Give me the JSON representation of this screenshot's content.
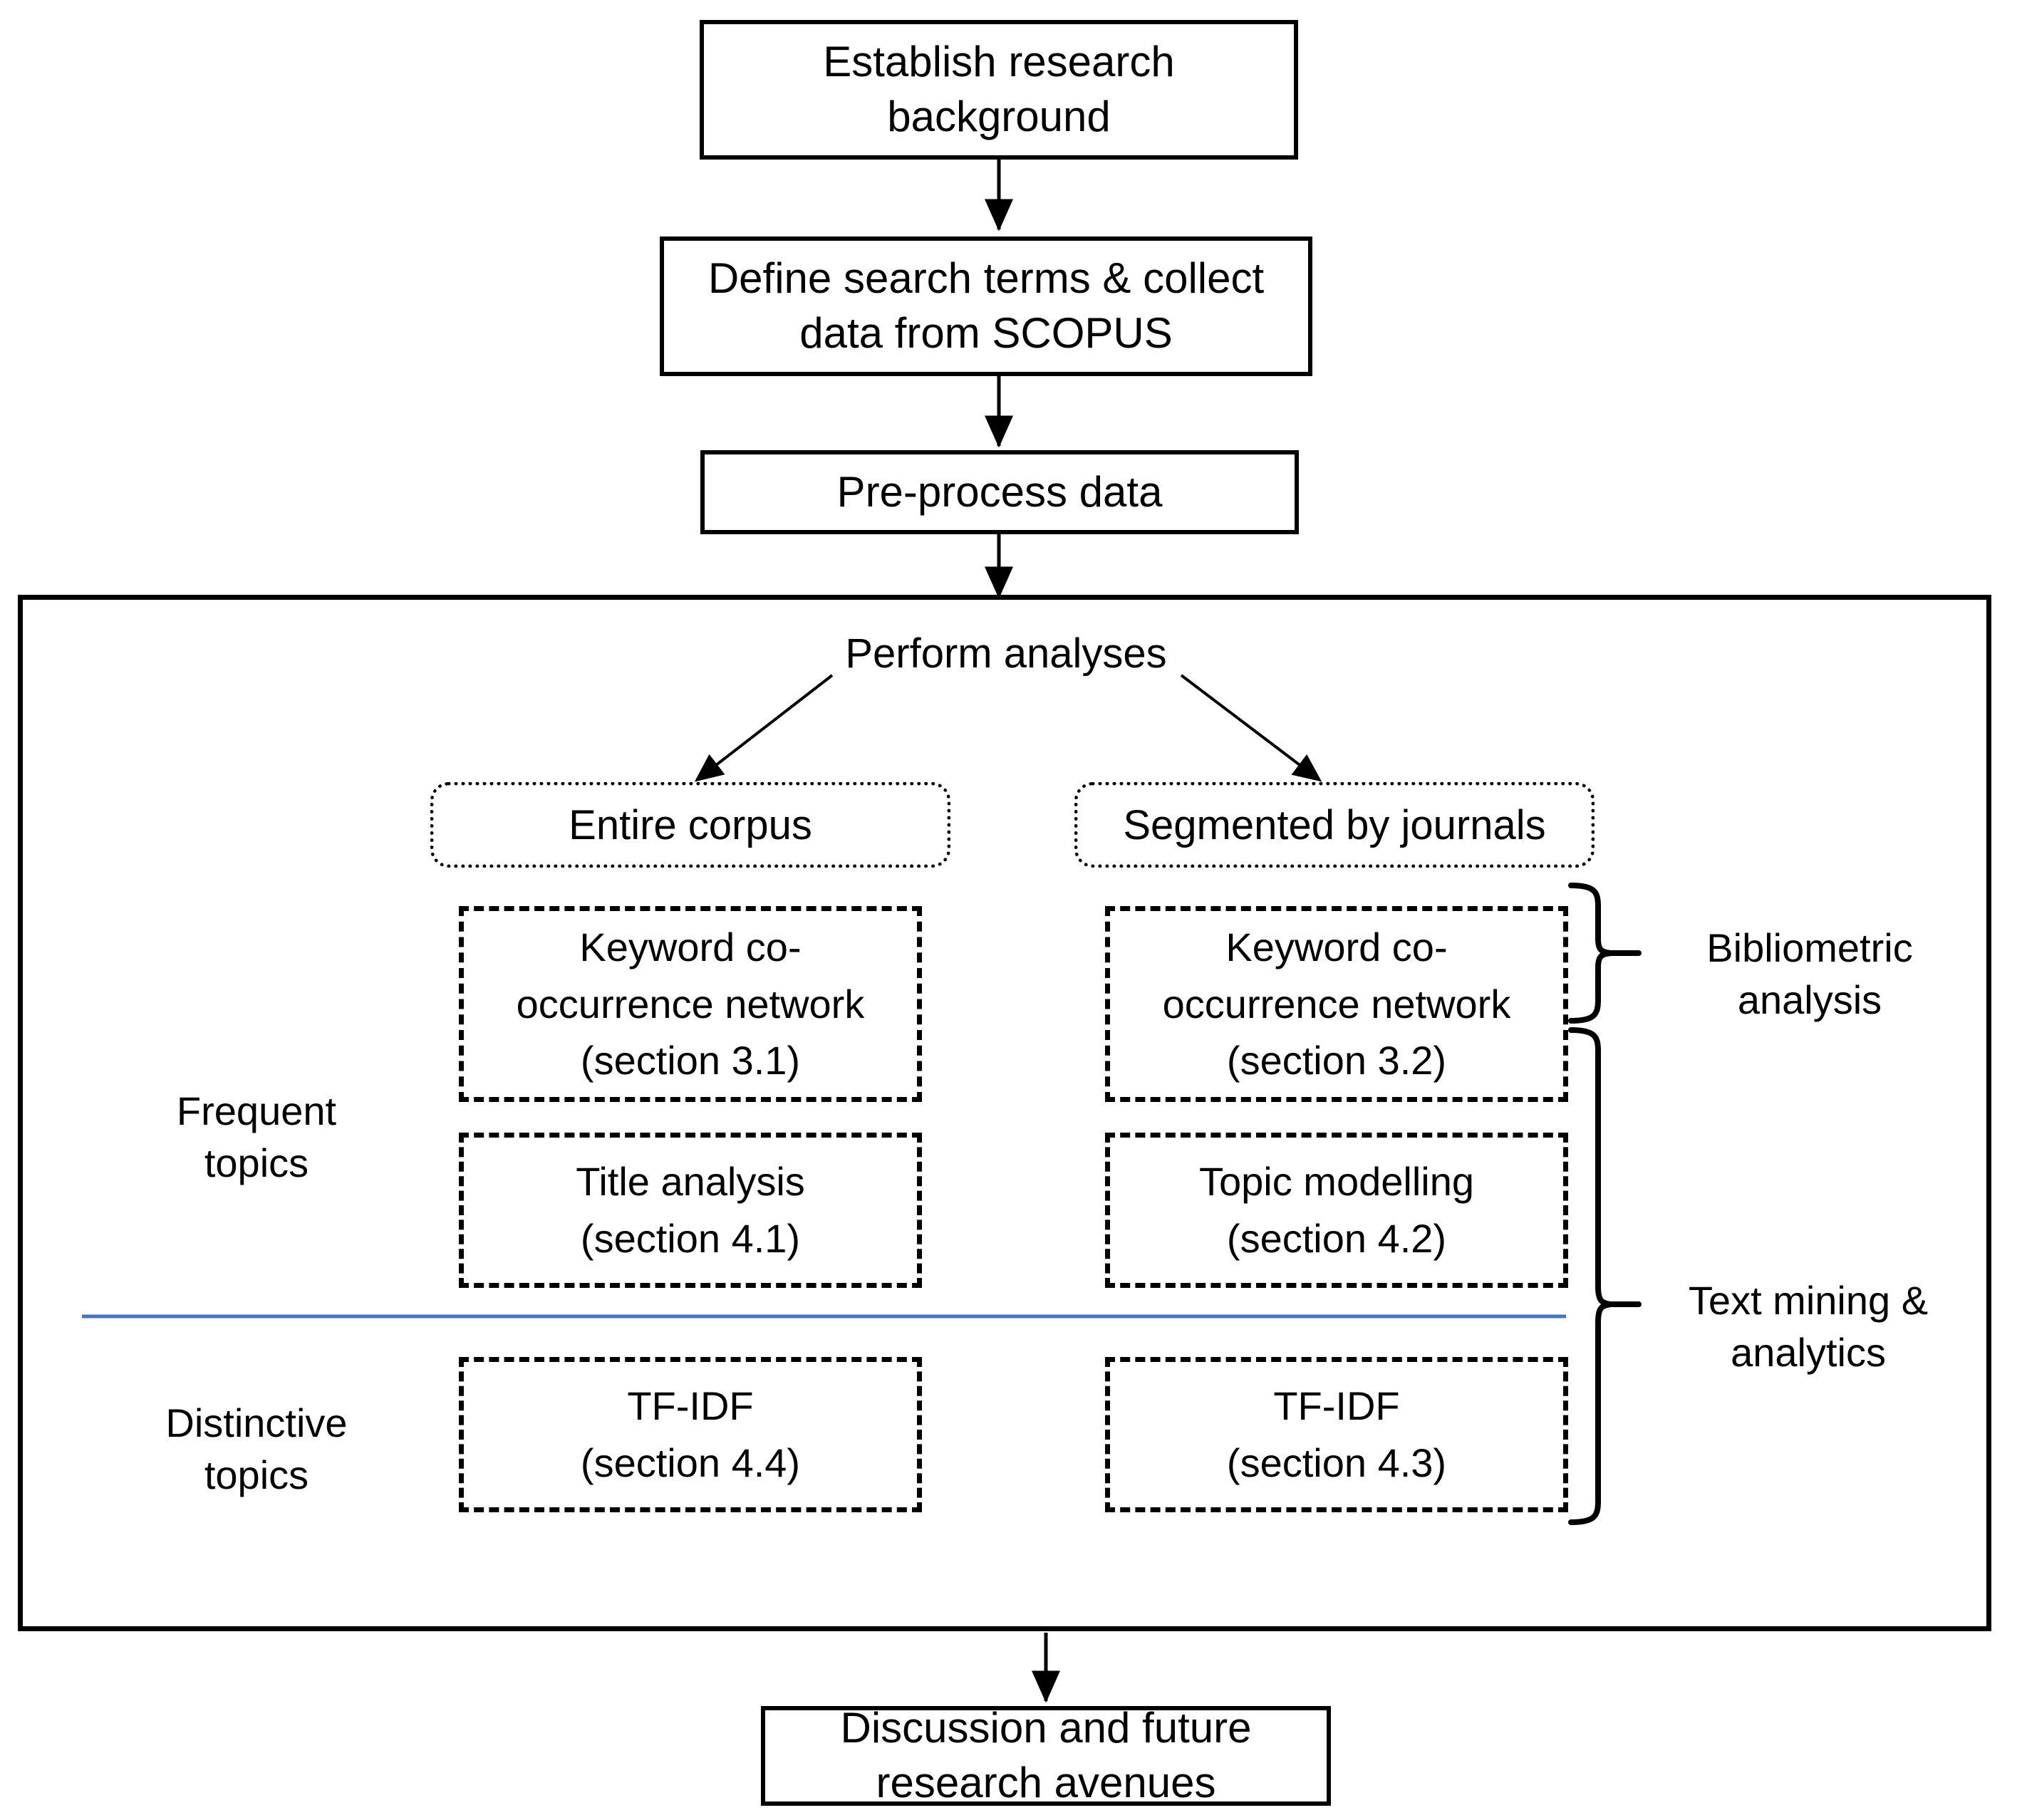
{
  "diagram": {
    "title_flow": "Research methodology flowchart",
    "steps": [
      {
        "id": "establish-research-background",
        "label": "Establish research\nbackground"
      },
      {
        "id": "define-search-terms",
        "label": "Define search terms & collect\ndata from SCOPUS"
      },
      {
        "id": "pre-process-data",
        "label": "Pre-process data"
      },
      {
        "id": "discussion-future-research",
        "label": "Discussion and future\nresearch avenues"
      }
    ],
    "analysis_section": {
      "header_label": "Perform analyses",
      "corpus_groups": [
        {
          "id": "entire-corpus",
          "label": "Entire corpus"
        },
        {
          "id": "segmented-by-journals",
          "label": "Segmented by journals"
        }
      ],
      "row_labels": [
        {
          "id": "frequent-topics",
          "label": "Frequent\ntopics"
        },
        {
          "id": "distinctive-topics",
          "label": "Distinctive\ntopics"
        }
      ],
      "methods": [
        {
          "id": "keyword-cooccurrence-left",
          "label": "Keyword co-\noccurrence network\n(section 3.1)"
        },
        {
          "id": "keyword-cooccurrence-right",
          "label": "Keyword co-\noccurrence network\n(section 3.2)"
        },
        {
          "id": "title-analysis",
          "label": "Title analysis\n(section 4.1)"
        },
        {
          "id": "topic-modelling",
          "label": "Topic modelling\n(section 4.2)"
        },
        {
          "id": "tfidf-left",
          "label": "TF-IDF\n(section 4.4)"
        },
        {
          "id": "tfidf-right",
          "label": "TF-IDF\n(section 4.3)"
        }
      ],
      "brace_labels": [
        {
          "id": "bibliometric-analysis",
          "label": "Bibliometric\nanalysis"
        },
        {
          "id": "text-mining-analytics",
          "label": "Text mining  &\nanalytics"
        }
      ]
    },
    "colors": {
      "stroke": "#000000",
      "background": "#ffffff",
      "divider_rule": "#4472c4"
    }
  }
}
